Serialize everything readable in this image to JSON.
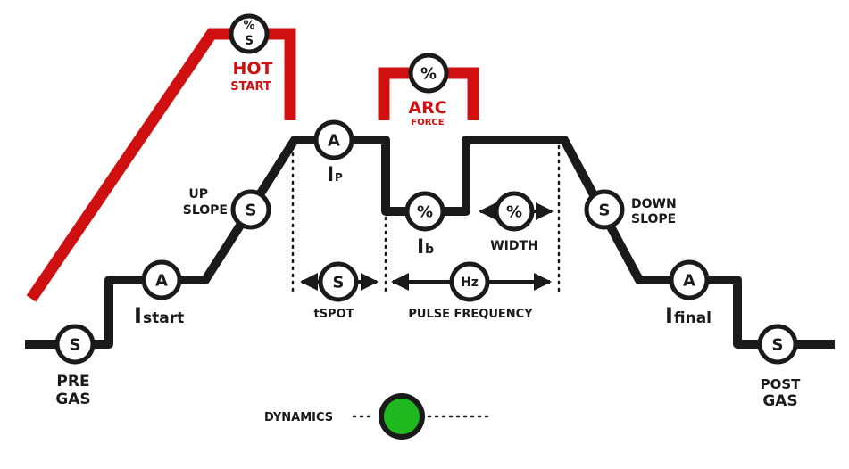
{
  "knobs": {
    "pre_gas": "S",
    "i_start": "A",
    "up_slope": "S",
    "i_peak": "A",
    "i_base": "%",
    "width": "%",
    "t_spot": "S",
    "pulse_frequency": "Hz",
    "down_slope": "S",
    "i_final": "A",
    "post_gas": "S",
    "hot_start": "%\nS",
    "hot_start_top": "%",
    "hot_start_bottom": "S",
    "arc_force": "%"
  },
  "labels": {
    "pre_gas_1": "PRE",
    "pre_gas_2": "GAS",
    "i_start_main": "I",
    "i_start_sub": "start",
    "up_slope_1": "UP",
    "up_slope_2": "SLOPE",
    "i_peak_main": "I",
    "i_peak_sub": "P",
    "i_base_main": "I",
    "i_base_sub": "b",
    "width": "WIDTH",
    "t_spot": "tSPOT",
    "pulse_frequency": "PULSE FREQUENCY",
    "down_slope_1": "DOWN",
    "down_slope_2": "SLOPE",
    "i_final_main": "I",
    "i_final_sub": "final",
    "post_gas_1": "POST",
    "post_gas_2": "GAS",
    "hot_start_1": "HOT",
    "hot_start_2": "START",
    "arc_force_1": "ARC",
    "arc_force_2": "FORCE",
    "dynamics": "DYNAMICS"
  },
  "colors": {
    "trace": "#1a1a1a",
    "accent_red": "#d01010",
    "dynamics_indicator": "#1fb81f"
  },
  "icons": {
    "dynamics_indicator": "green-led-icon",
    "arrows": "double-arrow-icon"
  }
}
